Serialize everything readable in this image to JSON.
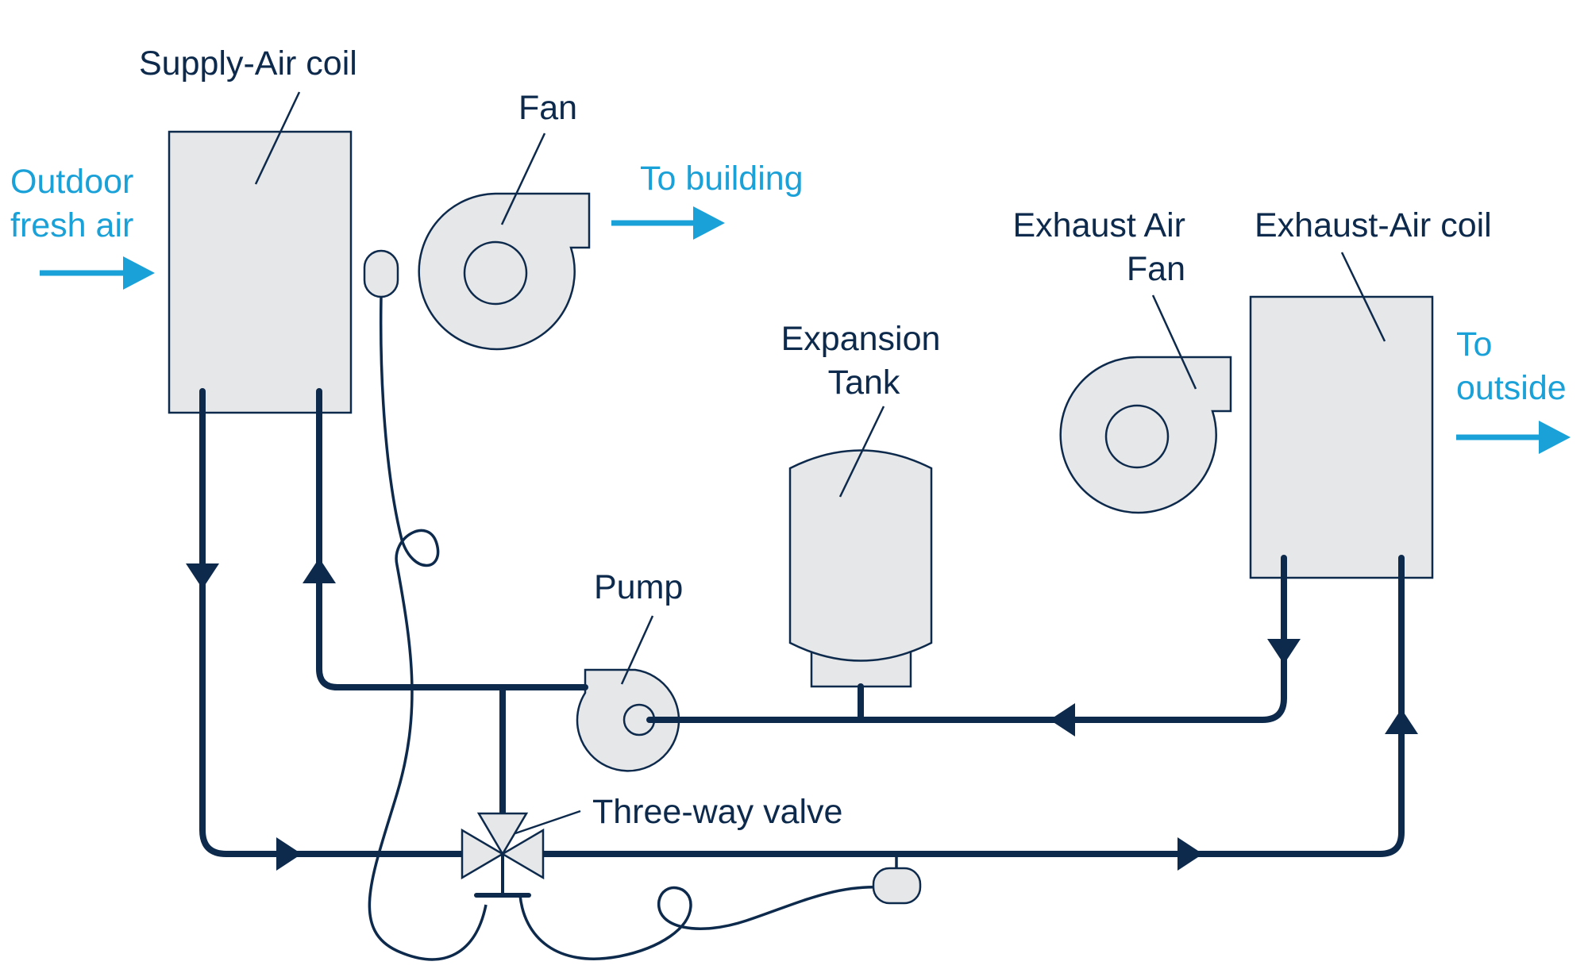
{
  "labels": {
    "supply_air_coil": "Supply-Air coil",
    "fan": "Fan",
    "outdoor_line1": "Outdoor",
    "outdoor_line2": "fresh air",
    "to_building": "To building",
    "exhaust_fan_line1": "Exhaust Air",
    "exhaust_fan_line2": "Fan",
    "exhaust_air_coil": "Exhaust-Air coil",
    "to_outside_line1": "To",
    "to_outside_line2": "outside",
    "expansion_line1": "Expansion",
    "expansion_line2": "Tank",
    "pump": "Pump",
    "three_way_valve": "Three-way valve"
  },
  "colors": {
    "line": "#0d2a4c",
    "equipment_fill": "#e6e7e8",
    "air_flow": "#1aa1d8",
    "background": "#ffffff"
  }
}
